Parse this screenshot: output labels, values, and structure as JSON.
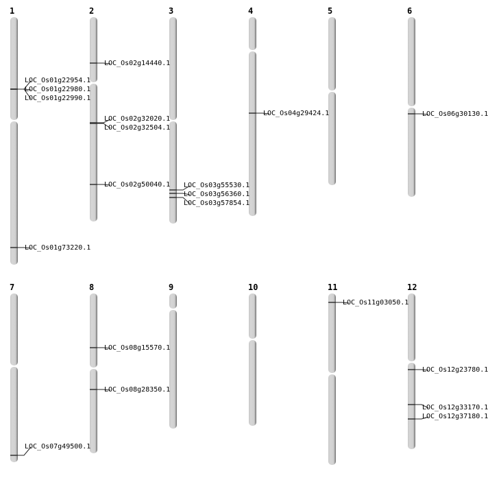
{
  "chromosomes": [
    {
      "name": "1",
      "markers": [
        "LOC_Os01g22954.1",
        "LOC_Os01g22980.1",
        "LOC_Os01g22990.1",
        "LOC_Os01g73220.1"
      ]
    },
    {
      "name": "2",
      "markers": [
        "LOC_Os02g14440.1",
        "LOC_Os02g32020.1",
        "LOC_Os02g32504.1",
        "LOC_Os02g50040.1"
      ]
    },
    {
      "name": "3",
      "markers": [
        "LOC_Os03g55530.1",
        "LOC_Os03g56360.1",
        "LOC_Os03g57854.1"
      ]
    },
    {
      "name": "4",
      "markers": [
        "LOC_Os04g29424.1"
      ]
    },
    {
      "name": "5",
      "markers": []
    },
    {
      "name": "6",
      "markers": [
        "LOC_Os06g30130.1"
      ]
    },
    {
      "name": "7",
      "markers": [
        "LOC_Os07g49500.1"
      ]
    },
    {
      "name": "8",
      "markers": [
        "LOC_Os08g15570.1",
        "LOC_Os08g28350.1"
      ]
    },
    {
      "name": "9",
      "markers": []
    },
    {
      "name": "10",
      "markers": []
    },
    {
      "name": "11",
      "markers": [
        "LOC_Os11g03050.1"
      ]
    },
    {
      "name": "12",
      "markers": [
        "LOC_Os12g23780.1",
        "LOC_Os12g33170.1",
        "LOC_Os12g37180.1"
      ]
    }
  ]
}
